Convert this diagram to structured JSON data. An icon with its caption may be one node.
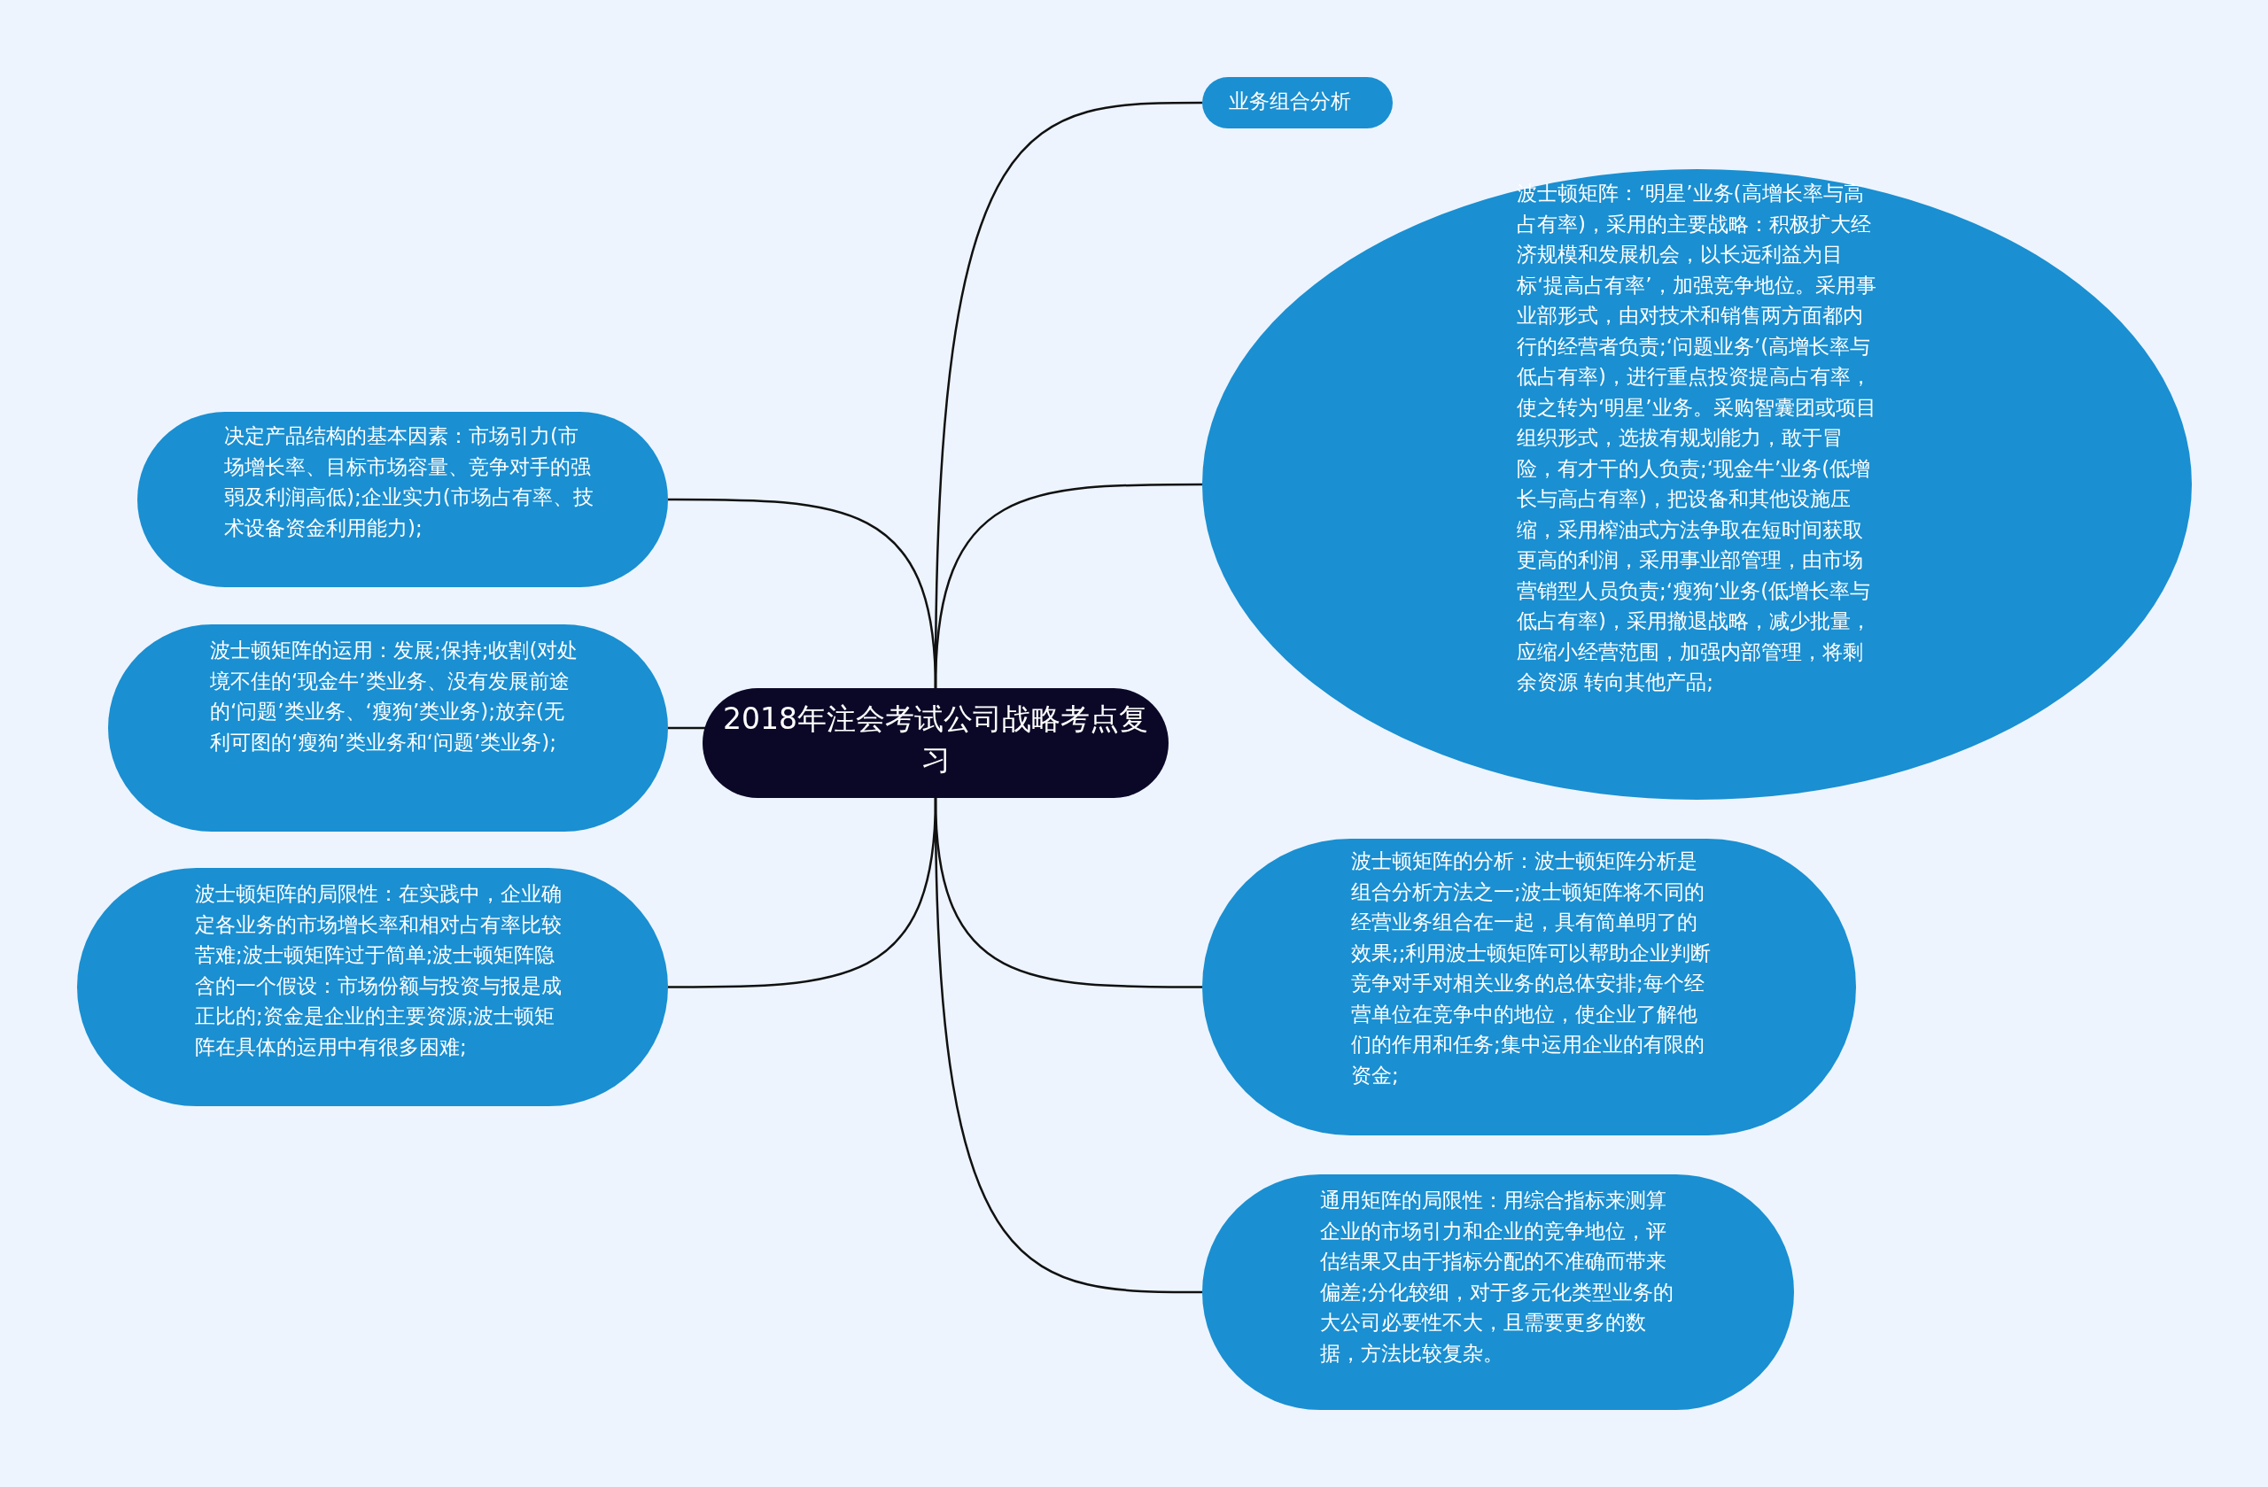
{
  "diagram": {
    "nodes": [
      {
        "text": [
          "2018年注会考试公司战略考点复习"
        ]
      },
      {
        "text": [
          "业务组合分析"
        ]
      },
      {
        "text": [
          "波士顿矩阵：‘明星’业务(高增长率与高占有率)，采用的主要战略：积极扩大经济规模和发展机会，以长远利益为目标‘提高占有率’，加强竞争地位。采用事业部形式，由对技术和销售两方面都内行的经营者负责;‘问题业务’(高增长率与低占有率)，进行重点投资提高占有率，使之转为‘明星’业务。采购智囊团或项目组织形式，选拔有规划能力，敢于冒险，有才干的人负责;‘现金牛’业务(低增长与高占有率)，把设备和其他设施压缩，采用榨油式方法争取在短时间获取更高的利润，采用事业部管理，由市场营销型人员负责;‘瘦狗’业务(低增长率与低占有率)，采用撤退战略，减少批量，应缩小经营范围，加强内部管理，将剩余资源 转向其他产品;"
        ]
      },
      {
        "text": [
          "波士顿矩阵的分析：波士顿矩阵分析是组合分析方法之一;波士顿矩阵将不同的经营业务组合在一起，具有简单明了的效果;;利用波士顿矩阵可以帮助企业判断竞争对手对相关业务的总体安排;每个经营单位在竞争中的地位，使企业了解他们的作用和任务;集中运用企业的有限的资金;"
        ]
      },
      {
        "text": [
          "通用矩阵的局限性：用综合指标来测算企业的市场引力和企业的竞争地位，评估结果又由于指标分配的不准确而带来偏差;分化较细，对于多元化类型业务的大公司必要性不大，且需要更多的数据，方法比较复杂。"
        ]
      },
      {
        "text": [
          "决定产品结构的基本因素：市场引力(市场增长率、目标市场容量、竞争对手的强弱及利润高低);企业实力(市场占有率、技术设备资金利用能力);"
        ]
      },
      {
        "text": [
          "波士顿矩阵的运用：发展;保持;收割(对处境不佳的‘现金牛’类业务、没有发展前途的‘问题’类业务、‘瘦狗’类业务);放弃(无利可图的‘瘦狗’类业务和‘问题’类业务);"
        ]
      },
      {
        "text": [
          "波士顿矩阵的局限性：在实践中，企业确定各业务的市场增长率和相对占有率比较苦难;波士顿矩阵过于简单;波士顿矩阵隐含的一个假设：市场份额与投资与报是成正比的;资金是企业的主要资源;波士顿矩阵在具体的运用中有很多困难;"
        ]
      }
    ],
    "edges": [
      {
        "from": 0,
        "to": 1,
        "arrow": "none"
      },
      {
        "from": 0,
        "to": 2,
        "arrow": "none"
      },
      {
        "from": 0,
        "to": 3,
        "arrow": "none"
      },
      {
        "from": 0,
        "to": 4,
        "arrow": "none"
      },
      {
        "from": 0,
        "to": 5,
        "arrow": "none"
      },
      {
        "from": 0,
        "to": 6,
        "arrow": "none"
      },
      {
        "from": 0,
        "to": 7,
        "arrow": "none"
      }
    ]
  }
}
